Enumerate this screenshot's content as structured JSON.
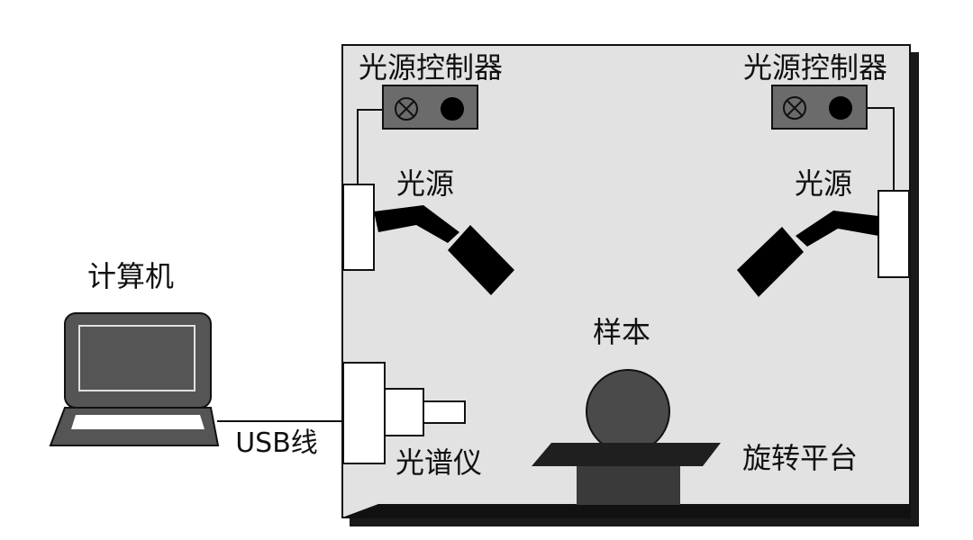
{
  "labels": {
    "controller_left": "光源控制器",
    "controller_right": "光源控制器",
    "light_left": "光源",
    "light_right": "光源",
    "computer": "计算机",
    "usb_cable": "USB线",
    "spectrometer": "光谱仪",
    "sample": "样本",
    "rotating_platform": "旋转平台"
  },
  "colors": {
    "enclosure_fill": "#e2e2e2",
    "enclosure_shadow": "#1a1a1a",
    "controller_box": "#6b6b6b",
    "lamp_body": "#111111",
    "sample": "#4a4a4a",
    "platform": "#222222",
    "laptop_body": "#555555"
  }
}
